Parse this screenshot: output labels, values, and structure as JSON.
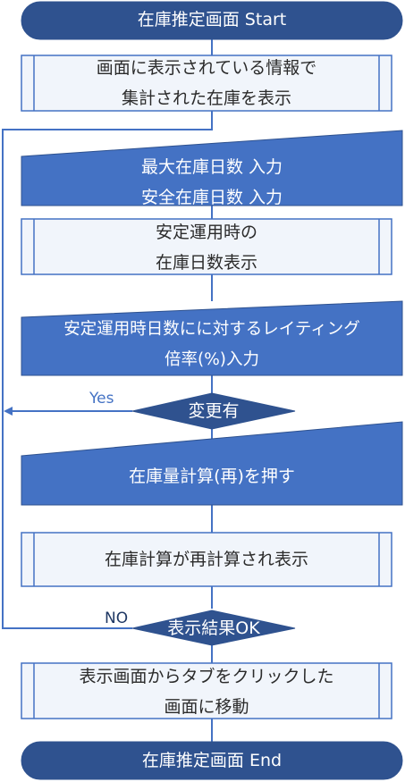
{
  "colors": {
    "blue": "#4472c4",
    "dark_blue": "#2f528f",
    "line": "#2f5597",
    "process_fill": "#f1f5fb"
  },
  "nodes": {
    "start": [
      "在庫推定画面 Start"
    ],
    "show_summary": [
      "画面に表示されている情報で",
      "集計された在庫を表示"
    ],
    "input_days": [
      "最大在庫日数 入力",
      "安全在庫日数 入力"
    ],
    "show_stable": [
      "安定運用時の",
      "在庫日数表示"
    ],
    "input_rating": [
      "安定運用時日数にに対するレイティング",
      "倍率(%)入力"
    ],
    "changed": [
      "変更有"
    ],
    "press_recalc": [
      "在庫量計算(再)を押す"
    ],
    "recalc_show": [
      "在庫計算が再計算され表示"
    ],
    "result_ok": [
      "表示結果OK"
    ],
    "move_tab": [
      "表示画面からタブをクリックした",
      "画面に移動"
    ],
    "end": [
      "在庫推定画面 End"
    ]
  },
  "edge_labels": {
    "yes": "Yes",
    "no": "NO"
  }
}
